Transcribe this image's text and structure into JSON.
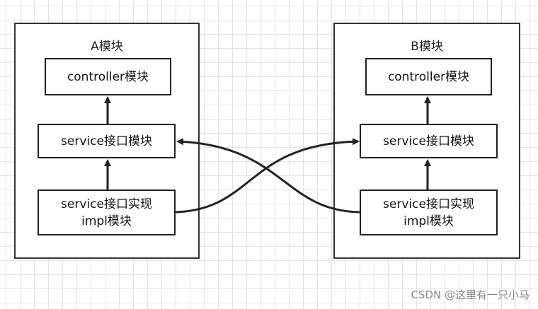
{
  "module_a": {
    "title": "A模块",
    "controller": "controller模块",
    "service": "service接口模块",
    "impl_line1": "service接口实现",
    "impl_line2": "impl模块"
  },
  "module_b": {
    "title": "B模块",
    "controller": "controller模块",
    "service": "service接口模块",
    "impl_line1": "service接口实现",
    "impl_line2": "impl模块"
  },
  "watermark": "CSDN @这里有一只小马",
  "colors": {
    "stroke": "#222222",
    "grid": "#e4e4e4"
  }
}
